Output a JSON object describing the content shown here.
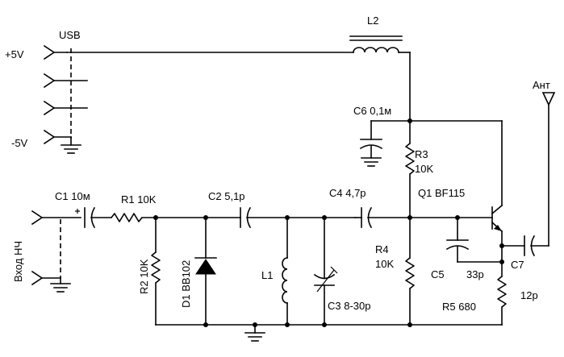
{
  "labels": {
    "usb": "USB",
    "p5v": "+5V",
    "m5v": "-5V",
    "l2": "L2",
    "c6": "C6 0,1м",
    "r3": "R3",
    "r3v": "10K",
    "ant": "Ант",
    "input": "Вход НЧ",
    "c1": "C1 10м",
    "r1": "R1 10K",
    "c2": "C2 5,1p",
    "c4": "C4 4,7p",
    "q1": "Q1 BF115",
    "r2": "R2 10K",
    "d1": "D1 BB102",
    "l1": "L1",
    "c3": "C3 8-30p",
    "r4": "R4",
    "r4v": "10K",
    "c5": "C5",
    "c5v": "33p",
    "c7": "C7",
    "c7v": "12p",
    "r5": "R5 680"
  }
}
